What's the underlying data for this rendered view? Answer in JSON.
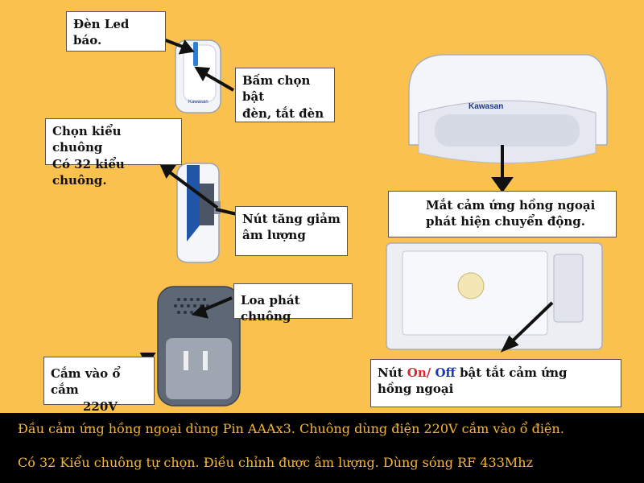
{
  "labels": {
    "led": "Đèn Led báo.",
    "button_line1": "Bấm chọn bật",
    "button_line2": "đèn, tắt đèn",
    "chime_line1": "Chọn kiểu chuông",
    "chime_line2": "Có 32 kiểu chuông.",
    "volume_line1": "Nút tăng giảm",
    "volume_line2": "âm lượng",
    "speaker": "Loa phát chuông",
    "plug_line1": "Cắm vào ổ cắm",
    "plug_line2": "220V",
    "sensor_line1": "Mắt cảm ứng hồng ngoại",
    "sensor_line2": "phát hiện chuyển động.",
    "switch_prefix": "Nút ",
    "switch_on": "On/",
    "switch_off": " Off",
    "switch_suffix": "  bật tắt cảm ứng",
    "switch_line2": "hồng ngoại"
  },
  "brand": {
    "name": "Kawasan"
  },
  "footer": {
    "line1": "Đầu cảm ứng hồng ngoại dùng Pin AAAx3. Chuông dùng điện 220V  cắm vào ổ điện.",
    "line2": "Có 32 Kiểu chuông tự chọn.  Điều chỉnh được âm lượng. Dùng sóng RF 433Mhz"
  },
  "colors": {
    "background": "#FBC14F",
    "footer_bg": "#000000",
    "footer_text": "#F5B634",
    "on": "#E0242A",
    "off": "#1E38B8"
  }
}
